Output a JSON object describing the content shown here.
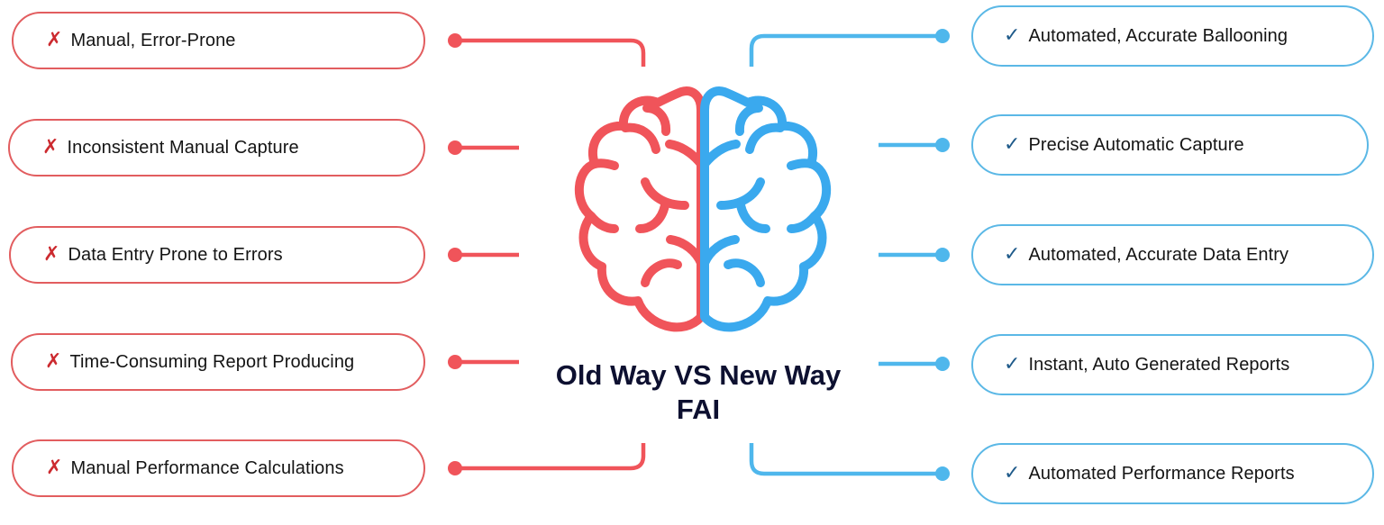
{
  "colors": {
    "old_accent": "#f0545a",
    "old_border": "#e25d5f",
    "old_mark": "#cc2a2f",
    "new_accent": "#3aa9ee",
    "new_border": "#5bb8e6",
    "new_mark": "#1e5a8a",
    "title": "#0d1030"
  },
  "title": {
    "line1": "Old Way VS New Way",
    "line2": "FAI"
  },
  "old_way": {
    "icon": "cross-mark-icon",
    "mark": "✗",
    "items": [
      {
        "label": "Manual, Error-Prone"
      },
      {
        "label": "Inconsistent Manual Capture"
      },
      {
        "label": "Data Entry Prone to Errors"
      },
      {
        "label": "Time-Consuming Report Producing"
      },
      {
        "label": "Manual Performance Calculations"
      }
    ]
  },
  "new_way": {
    "icon": "check-mark-icon",
    "mark": "✓",
    "items": [
      {
        "label": "Automated, Accurate Ballooning"
      },
      {
        "label": "Precise Automatic Capture"
      },
      {
        "label": "Automated, Accurate Data Entry"
      },
      {
        "label": "Instant, Auto Generated Reports"
      },
      {
        "label": "Automated Performance Reports"
      }
    ]
  }
}
